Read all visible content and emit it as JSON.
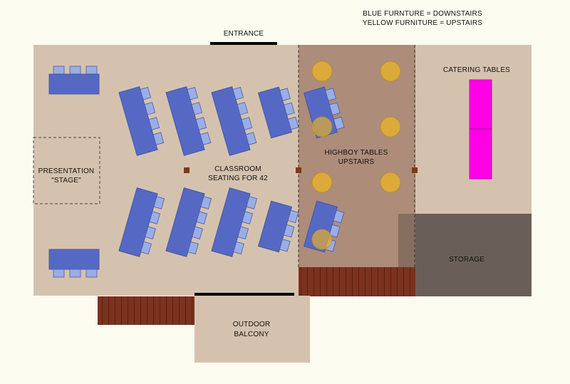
{
  "legend": {
    "line1": "BLUE FURNTURE = DOWNSTAIRS",
    "line2": "YELLOW FURNITURE = UPSTAIRS"
  },
  "labels": {
    "entrance": "ENTRANCE",
    "stage_line1": "PRESENTATION",
    "stage_line2": "\"STAGE\"",
    "classroom_line1": "CLASSROOM",
    "classroom_line2": "SEATING FOR 42",
    "highboy_line1": "HIGHBOY TABLES",
    "highboy_line2": "UPSTAIRS",
    "catering": "CATERING TABLES",
    "storage": "STORAGE",
    "balcony_line1": "OUTDOOR",
    "balcony_line2": "BALCONY"
  },
  "colors": {
    "page": "#fbfbf0",
    "room": "#d5c2ae",
    "upstairs_zone": "#ad8c79",
    "storage": "#6a5f58",
    "deck": "#7a321f",
    "table_blue": "#5569c4",
    "chair_blue": "#9aaee6",
    "highboy_yellow": "#dcaa3a",
    "catering_magenta": "#ff00e6",
    "post": "#7a3a1c"
  }
}
